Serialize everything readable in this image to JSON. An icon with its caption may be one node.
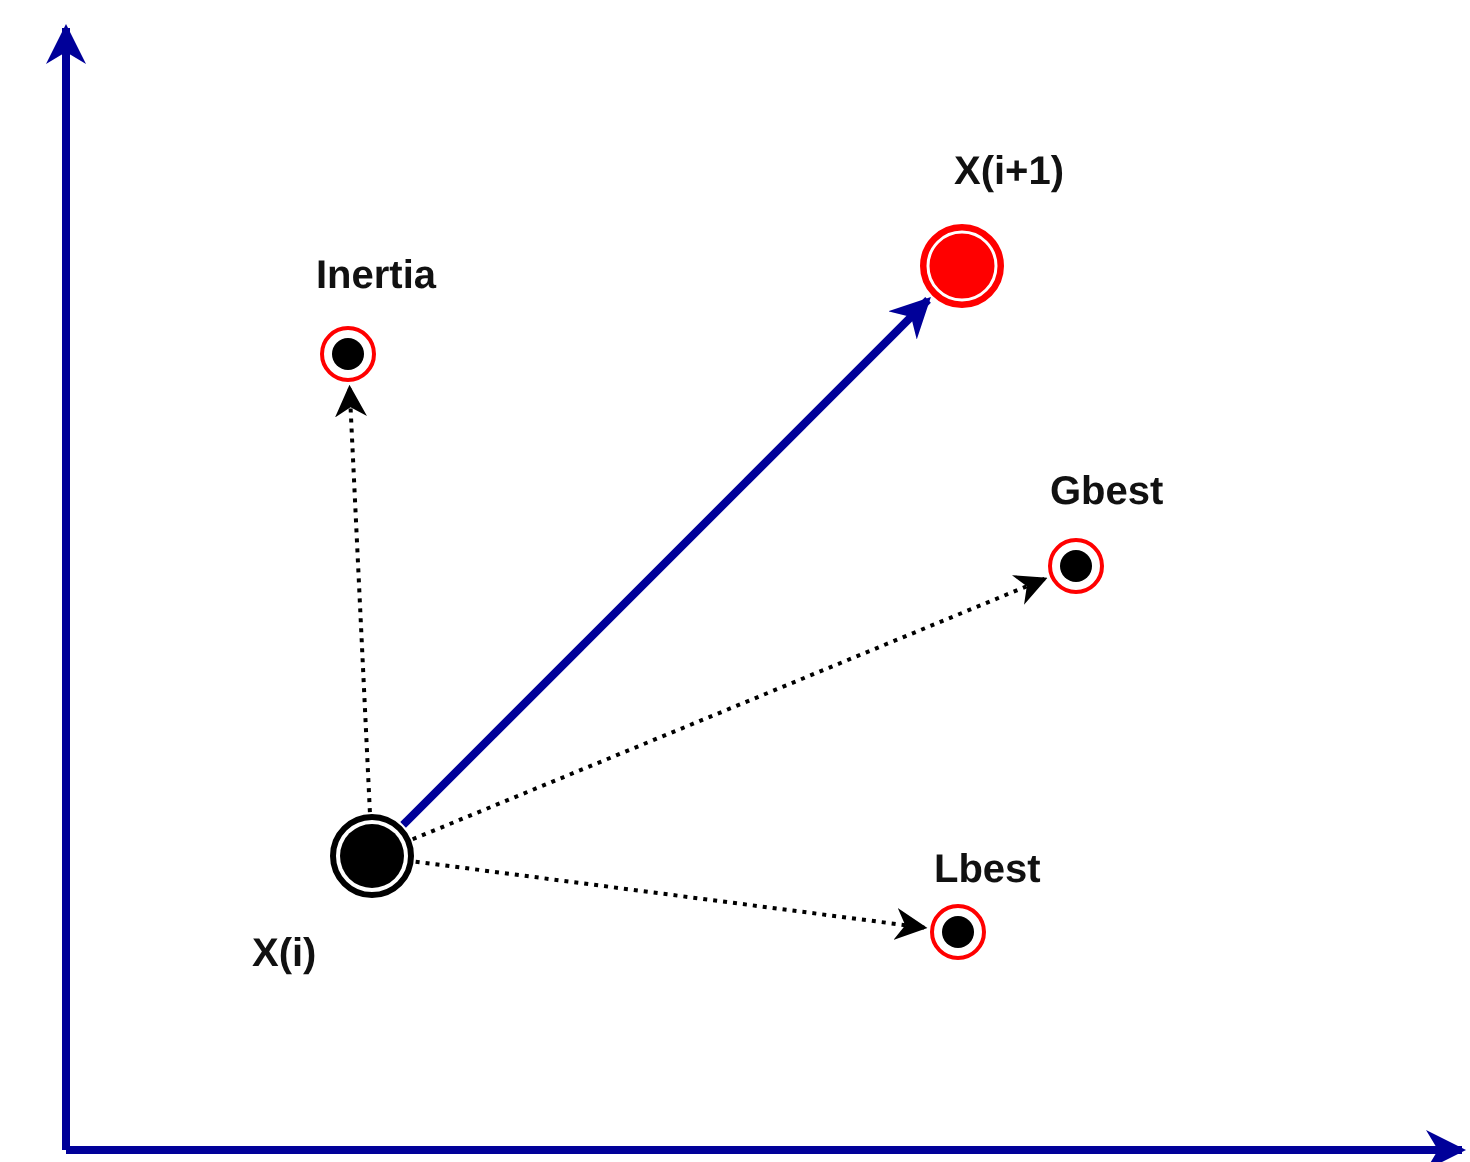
{
  "diagram": {
    "nodes": [
      {
        "text": [
          "Inertia"
        ]
      },
      {
        "text": [
          "X(i+1)"
        ]
      },
      {
        "text": [
          "Gbest"
        ]
      },
      {
        "text": [
          "Lbest"
        ]
      },
      {
        "text": [
          "X(i)"
        ]
      }
    ],
    "edges": [
      {
        "from": 4,
        "to": 0,
        "arrow": "to",
        "style": "dashed"
      },
      {
        "from": 4,
        "to": 1,
        "arrow": "to",
        "style": "thick",
        "color": "#000099"
      },
      {
        "from": 4,
        "to": 2,
        "arrow": "to",
        "style": "dashed"
      },
      {
        "from": 4,
        "to": 3,
        "arrow": "to",
        "style": "dashed"
      }
    ]
  }
}
